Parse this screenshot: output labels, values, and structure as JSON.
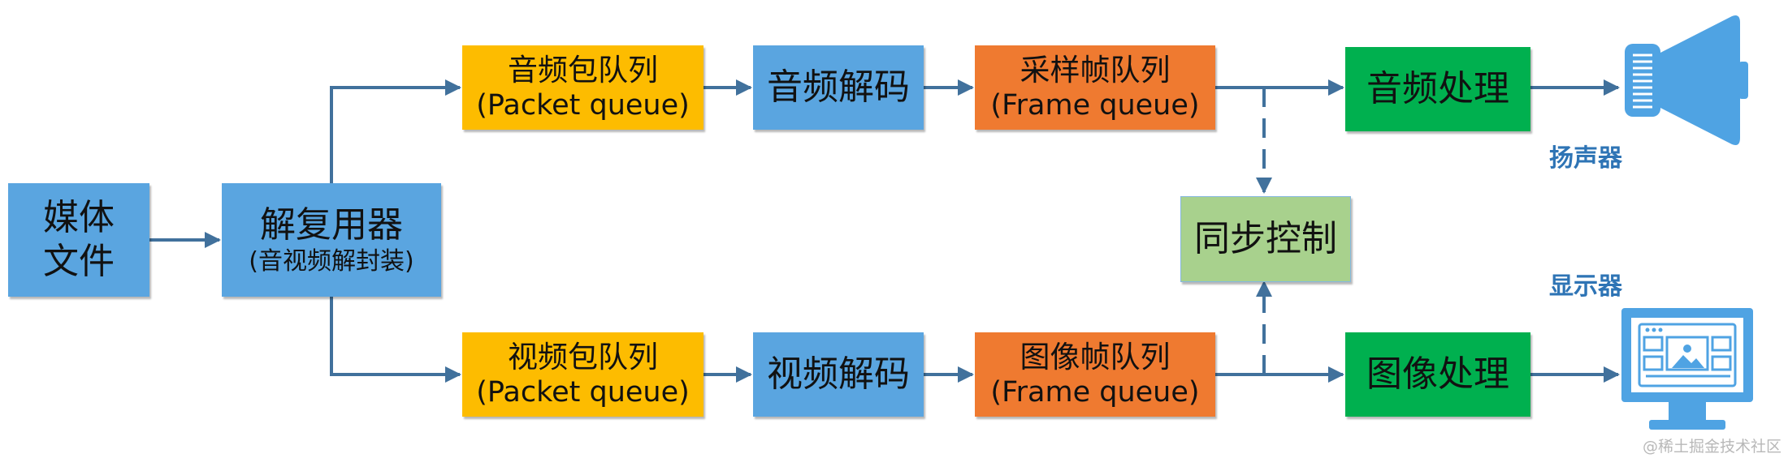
{
  "nodes": {
    "media_file": {
      "line1": "媒体",
      "line2": "文件"
    },
    "demuxer": {
      "title": "解复用器",
      "subtitle": "(音视频解封装)"
    },
    "audio_packet_queue": {
      "title": "音频包队列",
      "subtitle": "(Packet queue)"
    },
    "audio_decoder": {
      "title": "音频解码"
    },
    "audio_frame_queue": {
      "title": "采样帧队列",
      "subtitle": "(Frame queue)"
    },
    "audio_process": {
      "title": "音频处理"
    },
    "sync_control": {
      "title": "同步控制"
    },
    "video_packet_queue": {
      "title": "视频包队列",
      "subtitle": "(Packet queue)"
    },
    "video_decoder": {
      "title": "视频解码"
    },
    "video_frame_queue": {
      "title": "图像帧队列",
      "subtitle": "(Frame queue)"
    },
    "image_process": {
      "title": "图像处理"
    }
  },
  "devices": {
    "speaker": {
      "label": "扬声器",
      "icon": "speaker-megaphone-icon"
    },
    "display": {
      "label": "显示器",
      "icon": "monitor-icon"
    }
  },
  "watermark": "@稀土掘金技术社区",
  "colors": {
    "blue": "#5aa5e0",
    "yellow": "#fdbc00",
    "orange": "#ef7a30",
    "green": "#00b04f",
    "light_green": "#a8d18d",
    "arrow": "#41719c",
    "device": "#4fa3e3",
    "device_label": "#2e74b5"
  }
}
